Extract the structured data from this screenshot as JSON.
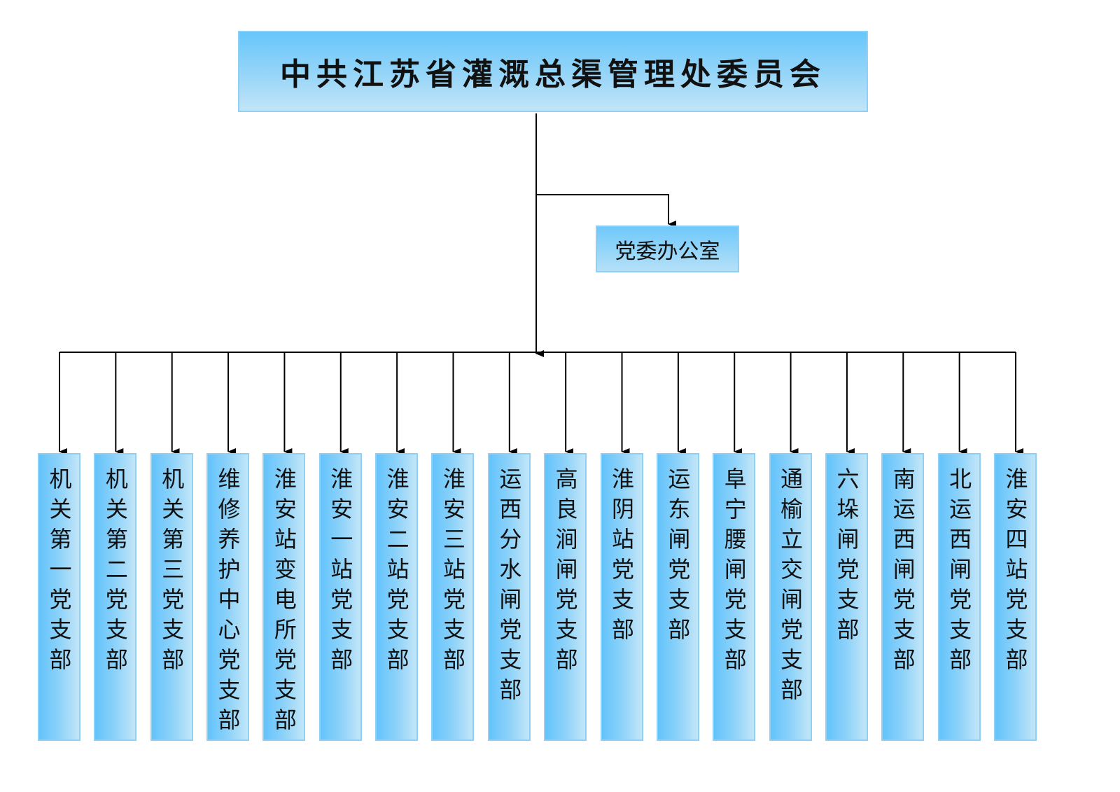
{
  "root": {
    "title": "中共江苏省灌溉总渠管理处委员会"
  },
  "office": {
    "label": "党委办公室"
  },
  "branches": [
    "机关第一党支部",
    "机关第二党支部",
    "机关第三党支部",
    "维修养护中心党支部",
    "淮安站变电所党支部",
    "淮安一站党支部",
    "淮安二站党支部",
    "淮安三站党支部",
    "运西分水闸党支部",
    "高良涧闸党支部",
    "淮阴站党支部",
    "运东闸党支部",
    "阜宁腰闸党支部",
    "通榆立交闸党支部",
    "六垛闸党支部",
    "南运西闸党支部",
    "北运西闸党支部",
    "淮安四站党支部"
  ],
  "colors": {
    "box_top": "#67c6fb",
    "box_bottom": "#c2e5f8",
    "border": "#8fd0f4",
    "line": "#000000"
  }
}
